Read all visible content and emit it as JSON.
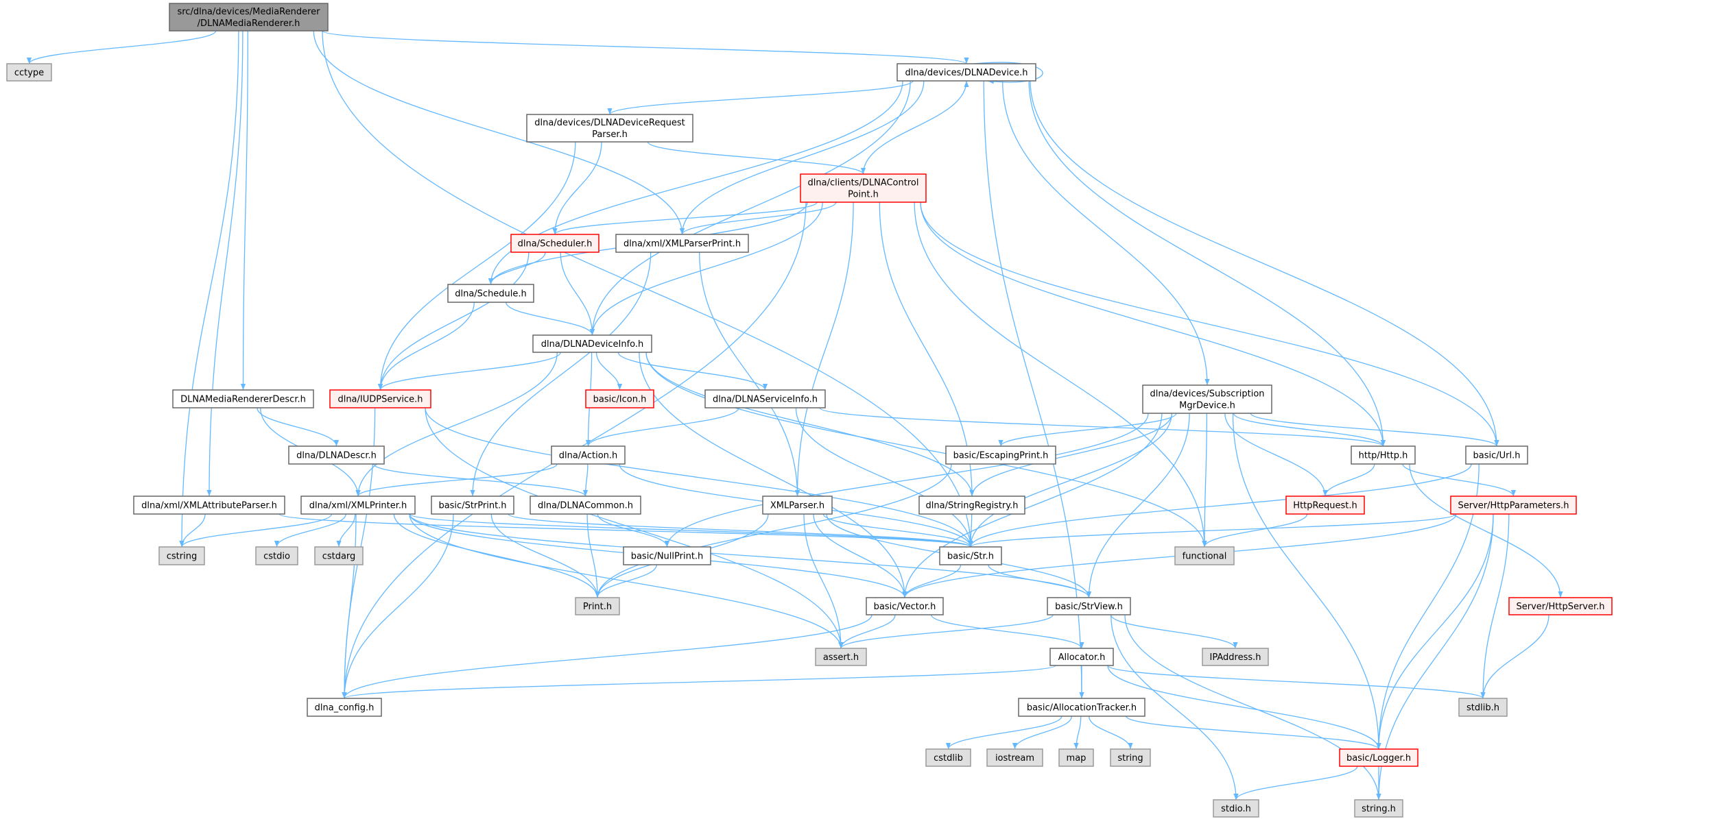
{
  "colors": {
    "edge": "#63b8ff",
    "red_border": "#ff0000",
    "red_fill": "#fff0f0",
    "sys_fill": "#e0e0e0",
    "root_fill": "#999999"
  },
  "nodes": [
    {
      "id": "root",
      "lines": [
        "src/dlna/devices/MediaRenderer",
        "/DLNAMediaRenderer.h"
      ],
      "kind": "root"
    },
    {
      "id": "cctype",
      "lines": [
        "cctype"
      ],
      "kind": "sys"
    },
    {
      "id": "device",
      "lines": [
        "dlna/devices/DLNADevice.h"
      ],
      "kind": "normal"
    },
    {
      "id": "reqparser",
      "lines": [
        "dlna/devices/DLNADeviceRequest",
        "Parser.h"
      ],
      "kind": "normal"
    },
    {
      "id": "controlpoint",
      "lines": [
        "dlna/clients/DLNAControl",
        "Point.h"
      ],
      "kind": "red"
    },
    {
      "id": "scheduler",
      "lines": [
        "dlna/Scheduler.h"
      ],
      "kind": "red"
    },
    {
      "id": "xmlparserprint",
      "lines": [
        "dlna/xml/XMLParserPrint.h"
      ],
      "kind": "normal"
    },
    {
      "id": "schedule",
      "lines": [
        "dlna/Schedule.h"
      ],
      "kind": "normal"
    },
    {
      "id": "deviceinfo",
      "lines": [
        "dlna/DLNADeviceInfo.h"
      ],
      "kind": "normal"
    },
    {
      "id": "rendererdescr",
      "lines": [
        "DLNAMediaRendererDescr.h"
      ],
      "kind": "normal"
    },
    {
      "id": "iudp",
      "lines": [
        "dlna/IUDPService.h"
      ],
      "kind": "red"
    },
    {
      "id": "icon",
      "lines": [
        "basic/Icon.h"
      ],
      "kind": "red"
    },
    {
      "id": "serviceinfo",
      "lines": [
        "dlna/DLNAServiceInfo.h"
      ],
      "kind": "normal"
    },
    {
      "id": "submgr",
      "lines": [
        "dlna/devices/Subscription",
        "MgrDevice.h"
      ],
      "kind": "normal"
    },
    {
      "id": "dlnadescr",
      "lines": [
        "dlna/DLNADescr.h"
      ],
      "kind": "normal"
    },
    {
      "id": "action",
      "lines": [
        "dlna/Action.h"
      ],
      "kind": "normal"
    },
    {
      "id": "escprint",
      "lines": [
        "basic/EscapingPrint.h"
      ],
      "kind": "normal"
    },
    {
      "id": "http",
      "lines": [
        "http/Http.h"
      ],
      "kind": "normal"
    },
    {
      "id": "url",
      "lines": [
        "basic/Url.h"
      ],
      "kind": "normal"
    },
    {
      "id": "xmlattr",
      "lines": [
        "dlna/xml/XMLAttributeParser.h"
      ],
      "kind": "normal"
    },
    {
      "id": "xmlprinter",
      "lines": [
        "dlna/xml/XMLPrinter.h"
      ],
      "kind": "normal"
    },
    {
      "id": "strprint",
      "lines": [
        "basic/StrPrint.h"
      ],
      "kind": "normal"
    },
    {
      "id": "common",
      "lines": [
        "dlna/DLNACommon.h"
      ],
      "kind": "normal"
    },
    {
      "id": "xmlparser",
      "lines": [
        "XMLParser.h"
      ],
      "kind": "normal"
    },
    {
      "id": "strreg",
      "lines": [
        "dlna/StringRegistry.h"
      ],
      "kind": "normal"
    },
    {
      "id": "httpreq",
      "lines": [
        "HttpRequest.h"
      ],
      "kind": "red"
    },
    {
      "id": "httpparams",
      "lines": [
        "Server/HttpParameters.h"
      ],
      "kind": "red"
    },
    {
      "id": "cstring",
      "lines": [
        "cstring"
      ],
      "kind": "sys"
    },
    {
      "id": "cstdio",
      "lines": [
        "cstdio"
      ],
      "kind": "sys"
    },
    {
      "id": "cstdarg",
      "lines": [
        "cstdarg"
      ],
      "kind": "sys"
    },
    {
      "id": "nullprint",
      "lines": [
        "basic/NullPrint.h"
      ],
      "kind": "normal"
    },
    {
      "id": "str",
      "lines": [
        "basic/Str.h"
      ],
      "kind": "normal"
    },
    {
      "id": "functional",
      "lines": [
        "functional"
      ],
      "kind": "sys"
    },
    {
      "id": "print",
      "lines": [
        "Print.h"
      ],
      "kind": "sys"
    },
    {
      "id": "vector",
      "lines": [
        "basic/Vector.h"
      ],
      "kind": "normal"
    },
    {
      "id": "strview",
      "lines": [
        "basic/StrView.h"
      ],
      "kind": "normal"
    },
    {
      "id": "httpserver",
      "lines": [
        "Server/HttpServer.h"
      ],
      "kind": "red"
    },
    {
      "id": "assert",
      "lines": [
        "assert.h"
      ],
      "kind": "sys"
    },
    {
      "id": "allocator",
      "lines": [
        "Allocator.h"
      ],
      "kind": "normal"
    },
    {
      "id": "ipaddress",
      "lines": [
        "IPAddress.h"
      ],
      "kind": "sys"
    },
    {
      "id": "config",
      "lines": [
        "dlna_config.h"
      ],
      "kind": "normal"
    },
    {
      "id": "alloctracker",
      "lines": [
        "basic/AllocationTracker.h"
      ],
      "kind": "normal"
    },
    {
      "id": "stdlib",
      "lines": [
        "stdlib.h"
      ],
      "kind": "sys"
    },
    {
      "id": "cstdlib",
      "lines": [
        "cstdlib"
      ],
      "kind": "sys"
    },
    {
      "id": "iostream",
      "lines": [
        "iostream"
      ],
      "kind": "sys"
    },
    {
      "id": "map",
      "lines": [
        "map"
      ],
      "kind": "sys"
    },
    {
      "id": "string",
      "lines": [
        "string"
      ],
      "kind": "sys"
    },
    {
      "id": "logger",
      "lines": [
        "basic/Logger.h"
      ],
      "kind": "red"
    },
    {
      "id": "stdio",
      "lines": [
        "stdio.h"
      ],
      "kind": "sys"
    },
    {
      "id": "stringh",
      "lines": [
        "string.h"
      ],
      "kind": "sys"
    }
  ],
  "edges": [
    [
      "root",
      "cctype"
    ],
    [
      "root",
      "device"
    ],
    [
      "root",
      "xmlparserprint"
    ],
    [
      "root",
      "rendererdescr"
    ],
    [
      "root",
      "xmlattr"
    ],
    [
      "root",
      "cstring"
    ],
    [
      "root",
      "str"
    ],
    [
      "device",
      "device"
    ],
    [
      "device",
      "reqparser"
    ],
    [
      "device",
      "schedule"
    ],
    [
      "device",
      "xmlparserprint"
    ],
    [
      "device",
      "deviceinfo"
    ],
    [
      "device",
      "alloctracker"
    ],
    [
      "device",
      "submgr"
    ],
    [
      "device",
      "http"
    ],
    [
      "device",
      "url"
    ],
    [
      "reqparser",
      "scheduler"
    ],
    [
      "reqparser",
      "controlpoint"
    ],
    [
      "reqparser",
      "iudp"
    ],
    [
      "controlpoint",
      "device"
    ],
    [
      "controlpoint",
      "scheduler"
    ],
    [
      "controlpoint",
      "xmlparserprint"
    ],
    [
      "controlpoint",
      "schedule"
    ],
    [
      "controlpoint",
      "deviceinfo"
    ],
    [
      "controlpoint",
      "config"
    ],
    [
      "controlpoint",
      "xmlparser"
    ],
    [
      "controlpoint",
      "strreg"
    ],
    [
      "controlpoint",
      "functional"
    ],
    [
      "controlpoint",
      "http"
    ],
    [
      "controlpoint",
      "url"
    ],
    [
      "scheduler",
      "schedule"
    ],
    [
      "scheduler",
      "deviceinfo"
    ],
    [
      "scheduler",
      "iudp"
    ],
    [
      "xmlparserprint",
      "strprint"
    ],
    [
      "xmlparserprint",
      "xmlparser"
    ],
    [
      "schedule",
      "deviceinfo"
    ],
    [
      "schedule",
      "iudp"
    ],
    [
      "deviceinfo",
      "iudp"
    ],
    [
      "deviceinfo",
      "icon"
    ],
    [
      "deviceinfo",
      "serviceinfo"
    ],
    [
      "deviceinfo",
      "action"
    ],
    [
      "deviceinfo",
      "xmlprinter"
    ],
    [
      "deviceinfo",
      "vector"
    ],
    [
      "deviceinfo",
      "strreg"
    ],
    [
      "deviceinfo",
      "functional"
    ],
    [
      "rendererdescr",
      "dlnadescr"
    ],
    [
      "rendererdescr",
      "xmlprinter"
    ],
    [
      "iudp",
      "config"
    ],
    [
      "iudp",
      "assert"
    ],
    [
      "iudp",
      "str"
    ],
    [
      "serviceinfo",
      "action"
    ],
    [
      "serviceinfo",
      "http"
    ],
    [
      "serviceinfo",
      "str"
    ],
    [
      "submgr",
      "escprint"
    ],
    [
      "submgr",
      "http"
    ],
    [
      "submgr",
      "url"
    ],
    [
      "submgr",
      "strreg"
    ],
    [
      "submgr",
      "str"
    ],
    [
      "submgr",
      "vector"
    ],
    [
      "submgr",
      "strview"
    ],
    [
      "submgr",
      "functional"
    ],
    [
      "submgr",
      "httpreq"
    ],
    [
      "submgr",
      "nullprint"
    ],
    [
      "submgr",
      "logger"
    ],
    [
      "dlnadescr",
      "common"
    ],
    [
      "action",
      "xmlprinter"
    ],
    [
      "action",
      "common"
    ],
    [
      "action",
      "str"
    ],
    [
      "escprint",
      "print"
    ],
    [
      "http",
      "httpreq"
    ],
    [
      "http",
      "httpparams"
    ],
    [
      "http",
      "httpserver"
    ],
    [
      "url",
      "str"
    ],
    [
      "url",
      "logger"
    ],
    [
      "xmlattr",
      "cstring"
    ],
    [
      "xmlattr",
      "str"
    ],
    [
      "xmlprinter",
      "cstring"
    ],
    [
      "xmlprinter",
      "cstdio"
    ],
    [
      "xmlprinter",
      "cstdarg"
    ],
    [
      "xmlprinter",
      "print"
    ],
    [
      "xmlprinter",
      "config"
    ],
    [
      "xmlprinter",
      "assert"
    ],
    [
      "xmlprinter",
      "vector"
    ],
    [
      "xmlprinter",
      "strview"
    ],
    [
      "xmlprinter",
      "str"
    ],
    [
      "strprint",
      "print"
    ],
    [
      "strprint",
      "config"
    ],
    [
      "strprint",
      "str"
    ],
    [
      "common",
      "print"
    ],
    [
      "common",
      "nullprint"
    ],
    [
      "strreg",
      "str"
    ],
    [
      "xmlparser",
      "print"
    ],
    [
      "xmlparser",
      "assert"
    ],
    [
      "xmlparser",
      "vector"
    ],
    [
      "xmlparser",
      "str"
    ],
    [
      "xmlparser",
      "strview"
    ],
    [
      "httpreq",
      "functional"
    ],
    [
      "httpparams",
      "str"
    ],
    [
      "httpparams",
      "vector"
    ],
    [
      "httpparams",
      "stdlib"
    ],
    [
      "httpparams",
      "logger"
    ],
    [
      "httpparams",
      "stringh"
    ],
    [
      "str",
      "vector"
    ],
    [
      "str",
      "strview"
    ],
    [
      "nullprint",
      "print"
    ],
    [
      "vector",
      "assert"
    ],
    [
      "vector",
      "allocator"
    ],
    [
      "vector",
      "config"
    ],
    [
      "strview",
      "assert"
    ],
    [
      "strview",
      "ipaddress"
    ],
    [
      "strview",
      "stdio"
    ],
    [
      "strview",
      "stringh"
    ],
    [
      "httpserver",
      "stdlib"
    ],
    [
      "allocator",
      "config"
    ],
    [
      "allocator",
      "alloctracker"
    ],
    [
      "allocator",
      "stdlib"
    ],
    [
      "allocator",
      "logger"
    ],
    [
      "alloctracker",
      "cstdlib"
    ],
    [
      "alloctracker",
      "iostream"
    ],
    [
      "alloctracker",
      "map"
    ],
    [
      "alloctracker",
      "string"
    ],
    [
      "alloctracker",
      "logger"
    ],
    [
      "logger",
      "stdio"
    ],
    [
      "logger",
      "stringh"
    ]
  ]
}
